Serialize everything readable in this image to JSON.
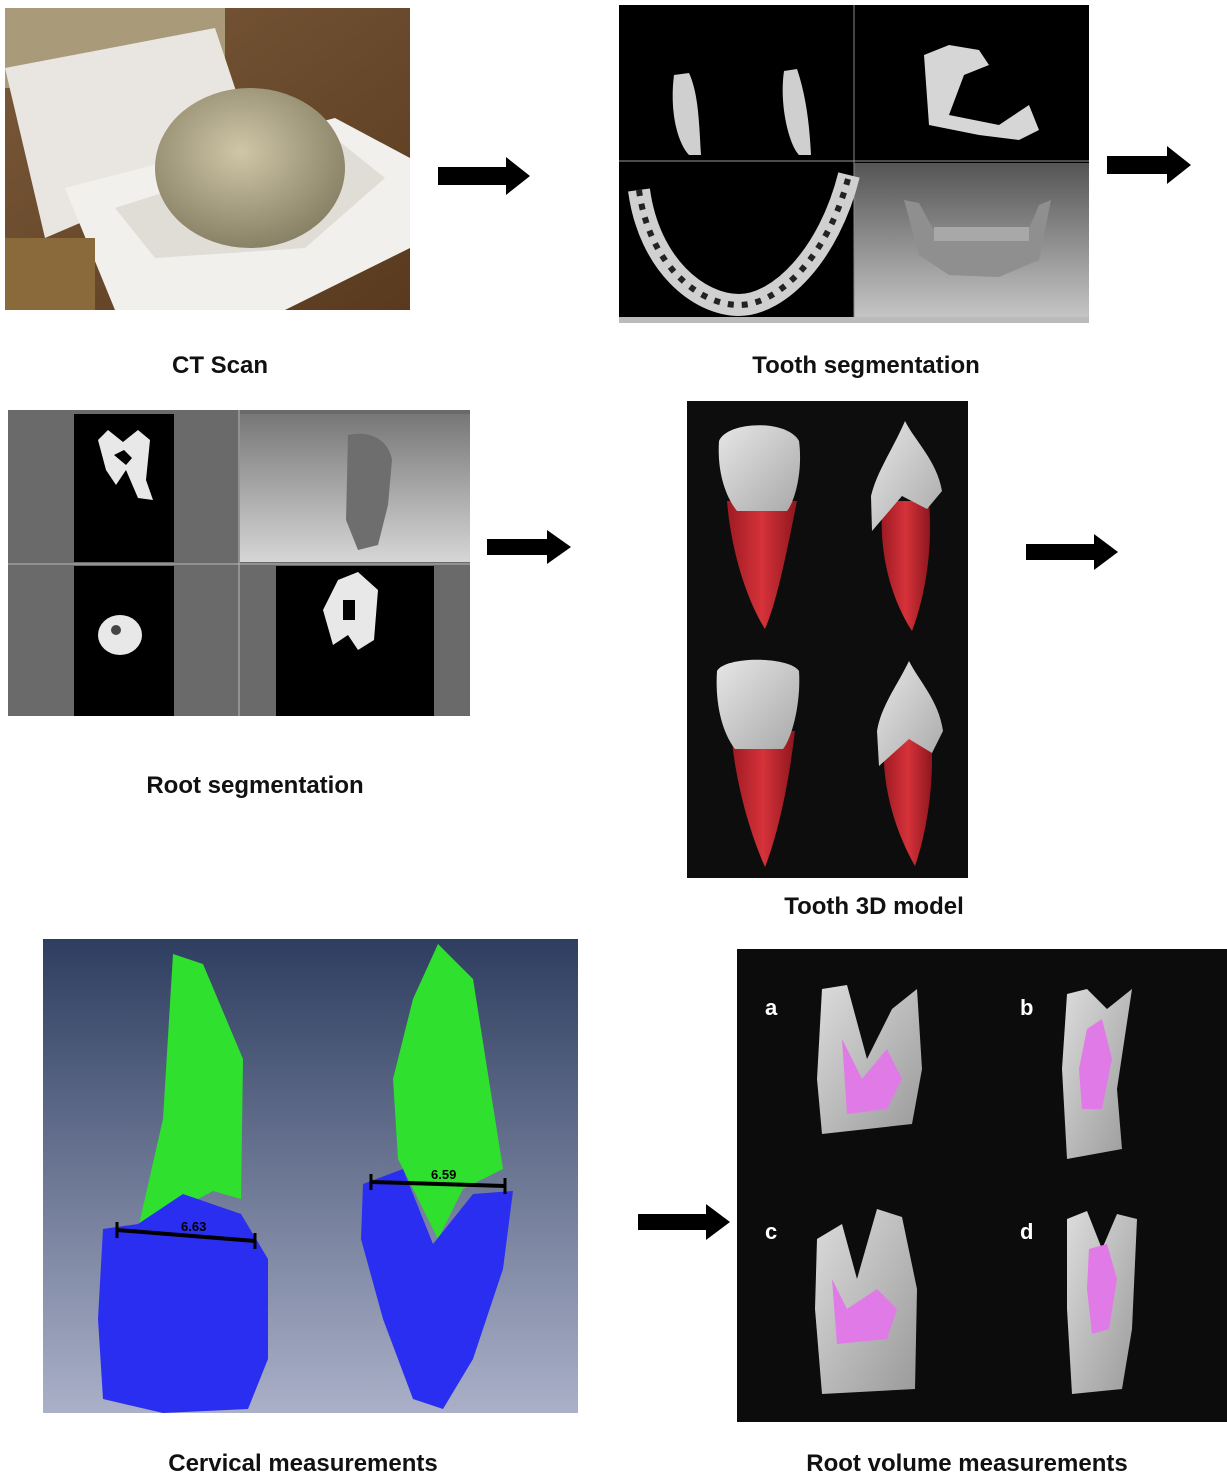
{
  "captions": {
    "ct_scan": "CT Scan",
    "tooth_segmentation": "Tooth segmentation",
    "root_segmentation": "Root segmentation",
    "tooth_3d_model": "Tooth 3D model",
    "cervical_measurements": "Cervical measurements",
    "root_volume_measurements": "Root volume measurements"
  },
  "cervical": {
    "measure_left": "6.63",
    "measure_right": "6.59"
  },
  "root_volume": {
    "labels": [
      "a",
      "b",
      "c",
      "d"
    ]
  },
  "colors": {
    "crown_green": "#2fe02f",
    "root_blue": "#2a2ef0",
    "root_red": "#c8262e",
    "pulp_pink": "#e07ae6"
  }
}
